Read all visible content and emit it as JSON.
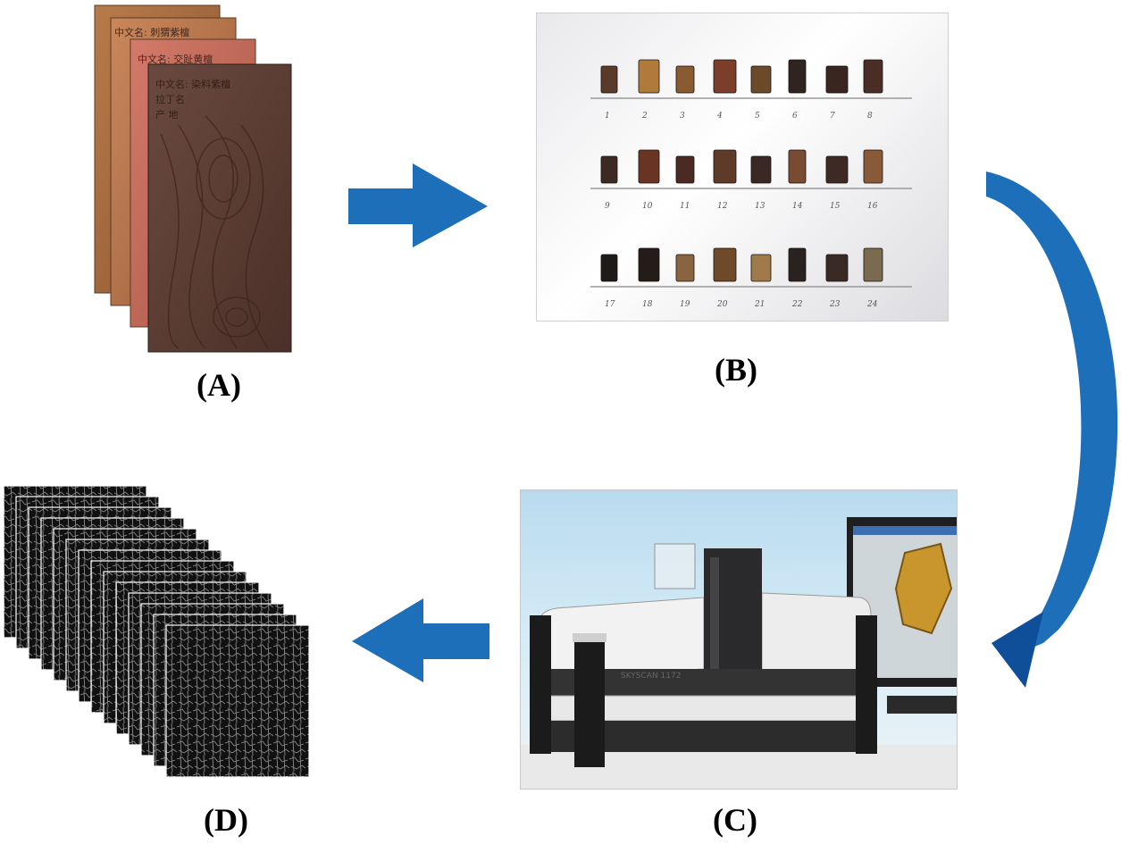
{
  "panels": {
    "a": {
      "label": "(A)",
      "veneer_texts": [
        "中文名: 刺猬紫檀",
        "中文名: 交趾黄檀",
        "中文名: 染料紫檀",
        "拉丁名",
        "产 地"
      ]
    },
    "b": {
      "label": "(B)",
      "sample_numbers": [
        "1",
        "2",
        "3",
        "4",
        "5",
        "6",
        "7",
        "8",
        "9",
        "10",
        "11",
        "12",
        "13",
        "14",
        "15",
        "16",
        "17",
        "18",
        "19",
        "20",
        "21",
        "22",
        "23",
        "24"
      ]
    },
    "c": {
      "label": "(C)",
      "instrument_text": "SKYSCAN 1172"
    },
    "d": {
      "label": "(D)"
    }
  },
  "colors": {
    "arrow": "#1d6fba",
    "arrow_dark": "#0f4f99"
  }
}
